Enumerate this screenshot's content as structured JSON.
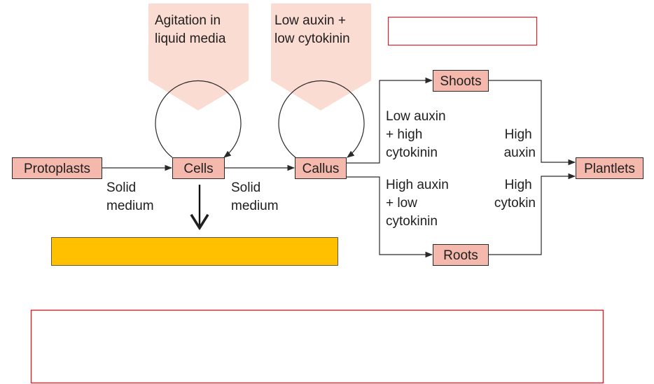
{
  "nodes": {
    "protoplasts": "Protoplasts",
    "cells": "Cells",
    "callus": "Callus",
    "shoots": "Shoots",
    "roots": "Roots",
    "plantlets": "Plantlets"
  },
  "banners": {
    "agitation": [
      "Agitation in",
      "liquid media"
    ],
    "low_low": [
      "Low auxin +",
      "low cytokinin"
    ]
  },
  "edge_labels": {
    "solid_medium_1": [
      "Solid",
      "medium"
    ],
    "solid_medium_2": [
      "Solid",
      "medium"
    ],
    "to_shoots": [
      "Low auxin",
      "+ high",
      "cytokinin"
    ],
    "to_roots": [
      "High auxin",
      "+ low",
      "cytokinin"
    ],
    "shoots_to_plantlets": [
      "High",
      "auxin"
    ],
    "roots_to_plantlets": [
      "High",
      "cytokin"
    ]
  },
  "colors": {
    "node_fill": "#f4b8ac",
    "banner_fill": "#fbdcd2",
    "answer_box_yellow": "#ffc000",
    "answer_box_red_outline": "#d9232a"
  }
}
